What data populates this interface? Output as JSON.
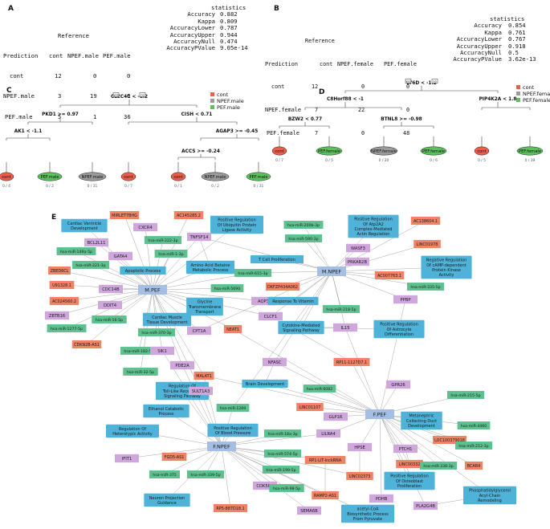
{
  "panels": {
    "A": {
      "letter": "A",
      "reference_label": "Reference",
      "prediction_label": "Prediction",
      "columns": [
        "cont",
        "NPEF.male",
        "PEF.male"
      ],
      "rows": [
        {
          "label": "cont",
          "values": [
            "12",
            "0",
            "0"
          ]
        },
        {
          "label": "NPEF.male",
          "values": [
            "3",
            "19",
            "0"
          ]
        },
        {
          "label": "PEF.male",
          "values": [
            "5",
            "1",
            "36"
          ]
        }
      ],
      "stats_title": "statistics",
      "stats": [
        {
          "key": "Accuracy",
          "value": "0.882"
        },
        {
          "key": "Kappa",
          "value": "0.809"
        },
        {
          "key": "AccuracyLower",
          "value": "0.787"
        },
        {
          "key": "AccuracyUpper",
          "value": "0.944"
        },
        {
          "key": "AccuracyNull",
          "value": "0.474"
        },
        {
          "key": "AccuracyPValue",
          "value": "9.05e-14"
        }
      ]
    },
    "B": {
      "letter": "B",
      "reference_label": "Reference",
      "prediction_label": "Prediction",
      "columns": [
        "cont",
        "NPEF.female",
        "PEF.female"
      ],
      "rows": [
        {
          "label": "cont",
          "values": [
            "12",
            "0",
            "0"
          ]
        },
        {
          "label": "NPEF.female",
          "values": [
            "7",
            "22",
            "0"
          ]
        },
        {
          "label": "PEF.female",
          "values": [
            "7",
            "0",
            "48"
          ]
        }
      ],
      "stats_title": "statistics",
      "stats": [
        {
          "key": "Accuracy",
          "value": "0.854"
        },
        {
          "key": "Kappa",
          "value": "0.761"
        },
        {
          "key": "AccuracyLower",
          "value": "0.767"
        },
        {
          "key": "AccuracyUpper",
          "value": "0.918"
        },
        {
          "key": "AccuracyNull",
          "value": "0.5"
        },
        {
          "key": "AccuracyPValue",
          "value": "3.62e-13"
        }
      ]
    },
    "C": {
      "letter": "C",
      "legend": [
        {
          "label": "cont",
          "color": "#e8604c"
        },
        {
          "label": "NPEF.male",
          "color": "#9b9b9b"
        },
        {
          "label": "PEF.male",
          "color": "#5cc05c"
        }
      ],
      "yes": "yes",
      "no": "no",
      "splits": {
        "root": "CLEC4C < -1.2",
        "left": "PKD1 >= 0.97",
        "right": "CISH < 0.71",
        "ll": "AK1 < -1.1",
        "rr": "AGAP3 >= -0.45",
        "rrl": "ACCS >= -0.24"
      },
      "leaves": [
        {
          "label": "cont",
          "count": "0 / 4",
          "class": "cont"
        },
        {
          "label": "PEF.male",
          "count": "0 / 2",
          "class": "pef"
        },
        {
          "label": "NPEF.male",
          "count": "0 / 31",
          "class": "npef"
        },
        {
          "label": "cont",
          "count": "0 / 7",
          "class": "cont"
        },
        {
          "label": "cont",
          "count": "0 / 1",
          "class": "cont"
        },
        {
          "label": "NPEF.male",
          "count": "0 / 2",
          "class": "npef"
        },
        {
          "label": "PEF.male",
          "count": "0 / 31",
          "class": "pef"
        }
      ]
    },
    "D": {
      "letter": "D",
      "legend": [
        {
          "label": "cont",
          "color": "#e8604c"
        },
        {
          "label": "NPEF.female",
          "color": "#9b9b9b"
        },
        {
          "label": "PEF.female",
          "color": "#5cc05c"
        }
      ],
      "yes": "yes",
      "no": "no",
      "splits": {
        "root": "LY6D < -1.2",
        "left": "C8Horf88 < -1",
        "right": "PIP4K2A < 1.8",
        "ll": "BZW2 < 0.77",
        "lr": "BTNL8 >= -0.98"
      },
      "leaves": [
        {
          "label": "cont",
          "count": "0 / 7",
          "class": "cont"
        },
        {
          "label": "PEF.female",
          "count": "0 / 5",
          "class": "pef"
        },
        {
          "label": "NPEF.female",
          "count": "0 / 20",
          "class": "npef"
        },
        {
          "label": "PEF.female",
          "count": "0 / 6",
          "class": "pef"
        },
        {
          "label": "cont",
          "count": "0 / 5",
          "class": "cont"
        },
        {
          "label": "PEF.female",
          "count": "0 / 39",
          "class": "pef"
        }
      ]
    },
    "E": {
      "letter": "E",
      "colors": {
        "process": "#4fb3d9",
        "mirna": "#5cc18f",
        "gene": "#cfa7dc",
        "lnc": "#f08366",
        "hub": "#a4bfe3",
        "edge": "#8a8a8a"
      },
      "nodes": [
        {
          "id": "n1",
          "label": "Cardiac Ventricle|Development",
          "type": "process"
        },
        {
          "id": "n2",
          "label": "MIRLET7BHG",
          "type": "lnc"
        },
        {
          "id": "n3",
          "label": "CXCR4",
          "type": "gene"
        },
        {
          "id": "n4",
          "label": "AC145285.2",
          "type": "lnc"
        },
        {
          "id": "n5",
          "label": "Positive Regulation|Of Ubiquitin Protein|Ligase Activity",
          "type": "process"
        },
        {
          "id": "n6",
          "label": "hsa-miR-200b-3p",
          "type": "mirna"
        },
        {
          "id": "n7",
          "label": "Positive Regulation|Of Atp2A2|Complex-Mediated|Actin Regulation",
          "type": "process"
        },
        {
          "id": "n8",
          "label": "AC138604.1",
          "type": "lnc"
        },
        {
          "id": "n9",
          "label": "BCL2L11",
          "type": "gene"
        },
        {
          "id": "n10",
          "label": "hsa-miR-222-3p",
          "type": "mirna"
        },
        {
          "id": "n11",
          "label": "TNFSF14",
          "type": "gene"
        },
        {
          "id": "n12",
          "label": "hsa-miR-590-3p",
          "type": "mirna"
        },
        {
          "id": "n13",
          "label": "WASF3",
          "type": "gene"
        },
        {
          "id": "n14",
          "label": "LINC01978",
          "type": "lnc"
        },
        {
          "id": "n15",
          "label": "hsa-miR-149a-5p",
          "type": "mirna"
        },
        {
          "id": "n16",
          "label": "GATA4",
          "type": "gene"
        },
        {
          "id": "n17",
          "label": "hsa-miR-1-3p",
          "type": "mirna"
        },
        {
          "id": "n18",
          "label": "ZBED6CL",
          "type": "lnc"
        },
        {
          "id": "n19",
          "label": "hsa-miR-221-3p",
          "type": "mirna"
        },
        {
          "id": "n20",
          "label": "Apoptotic Process",
          "type": "process"
        },
        {
          "id": "n21",
          "label": "T Cell Proliferation",
          "type": "process"
        },
        {
          "id": "n22",
          "label": "PRKAR2B",
          "type": "gene"
        },
        {
          "id": "n23",
          "label": "Negative Regulation|Of cAMP-dependent|Protein Kinase|Activity",
          "type": "process"
        },
        {
          "id": "n24",
          "label": "Amino Acid Betaine|Metabolic Process",
          "type": "process"
        },
        {
          "id": "n25",
          "label": "hsa-miR-615-3p",
          "type": "mirna"
        },
        {
          "id": "n26",
          "label": "U91328.1",
          "type": "lnc"
        },
        {
          "id": "n27",
          "label": "CDC14B",
          "type": "gene"
        },
        {
          "id": "n28",
          "label": "M.PEF",
          "type": "hub"
        },
        {
          "id": "n29",
          "label": "hsa-miR-5690",
          "type": "mirna"
        },
        {
          "id": "n30",
          "label": "DKFZP434A062",
          "type": "lnc"
        },
        {
          "id": "n31",
          "label": "M.NPEF",
          "type": "hub"
        },
        {
          "id": "n32",
          "label": "AC007763.1",
          "type": "lnc"
        },
        {
          "id": "n33",
          "label": "hsa-miR-335-5p",
          "type": "mirna"
        },
        {
          "id": "n34",
          "label": "AC024560.2",
          "type": "lnc"
        },
        {
          "id": "n35",
          "label": "DDIT4",
          "type": "gene"
        },
        {
          "id": "n36",
          "label": "Glycine|Transmembrane|Transport",
          "type": "process"
        },
        {
          "id": "n37",
          "label": "AQP3",
          "type": "gene"
        },
        {
          "id": "n38",
          "label": "Response To Vitamin",
          "type": "process"
        },
        {
          "id": "n39",
          "label": "PPBP",
          "type": "gene"
        },
        {
          "id": "n40",
          "label": "ZBTB16",
          "type": "gene"
        },
        {
          "id": "n41",
          "label": "hsa-miR-16-5p",
          "type": "mirna"
        },
        {
          "id": "n42",
          "label": "Cardiac Muscle|Tissue Development",
          "type": "process"
        },
        {
          "id": "n43",
          "label": "CLCF1",
          "type": "gene"
        },
        {
          "id": "n44",
          "label": "hsa-miR-218-5p",
          "type": "mirna"
        },
        {
          "id": "n45",
          "label": "hsa-miR-1277-5p",
          "type": "mirna"
        },
        {
          "id": "n46",
          "label": "hsa-miR-370-3p",
          "type": "mirna"
        },
        {
          "id": "n47",
          "label": "CPT1A",
          "type": "gene"
        },
        {
          "id": "n48",
          "label": "NEAT1",
          "type": "lnc"
        },
        {
          "id": "n49",
          "label": "Cytokine-Mediated|Signaling Pathway",
          "type": "process"
        },
        {
          "id": "n50",
          "label": "IL15",
          "type": "gene"
        },
        {
          "id": "n51",
          "label": "Positive Regulation|Of Astrocyte|Differentiation",
          "type": "process"
        },
        {
          "id": "n52",
          "label": "CDKN2B-AS1",
          "type": "lnc"
        },
        {
          "id": "n53",
          "label": "hsa-miR-182-5p",
          "type": "mirna"
        },
        {
          "id": "n54",
          "label": "SIK1",
          "type": "gene"
        },
        {
          "id": "n55",
          "label": "PDE2A",
          "type": "gene"
        },
        {
          "id": "n56",
          "label": "hsa-miR-32-5p",
          "type": "mirna"
        },
        {
          "id": "n57",
          "label": "NFASC",
          "type": "gene"
        },
        {
          "id": "n58",
          "label": "RP11-1127D7.1",
          "type": "lnc"
        },
        {
          "id": "n59",
          "label": "MALAT1",
          "type": "lnc"
        },
        {
          "id": "n60",
          "label": "Regulation Of|Toll-Like Receptor 7|Signaling Pathway",
          "type": "process"
        },
        {
          "id": "n61",
          "label": "SULT1A3",
          "type": "gene"
        },
        {
          "id": "n62",
          "label": "Brain Development",
          "type": "process"
        },
        {
          "id": "n63",
          "label": "hsa-miR-6082",
          "type": "mirna"
        },
        {
          "id": "n64",
          "label": "GPR26",
          "type": "gene"
        },
        {
          "id": "n65",
          "label": "hsa-miR-215-5p",
          "type": "mirna"
        },
        {
          "id": "n66",
          "label": "Ethanol Catabolic|Process",
          "type": "process"
        },
        {
          "id": "n67",
          "label": "hsa-miR-1269",
          "type": "mirna"
        },
        {
          "id": "n68",
          "label": "LINC01107",
          "type": "lnc"
        },
        {
          "id": "n69",
          "label": "GLP1R",
          "type": "gene"
        },
        {
          "id": "n70",
          "label": "F.PEF",
          "type": "hub"
        },
        {
          "id": "n71",
          "label": "Metanephric|Collecting Duct|Development",
          "type": "process"
        },
        {
          "id": "n72",
          "label": "hsa-miR-4460",
          "type": "mirna"
        },
        {
          "id": "n73",
          "label": "Regulation Of|Heterotypic Activity",
          "type": "process"
        },
        {
          "id": "n74",
          "label": "Positive Regulation|Of Blood Pressure",
          "type": "process"
        },
        {
          "id": "n75",
          "label": "hsa-miR-18a-3p",
          "type": "mirna"
        },
        {
          "id": "n76",
          "label": "LILRA4",
          "type": "gene"
        },
        {
          "id": "n77",
          "label": "LOC100379018",
          "type": "lnc"
        },
        {
          "id": "n78",
          "label": "hsa-miR-212-3p",
          "type": "mirna"
        },
        {
          "id": "n79",
          "label": "F.NPEF",
          "type": "hub"
        },
        {
          "id": "n80",
          "label": "hsa-miR-574-5p",
          "type": "mirna"
        },
        {
          "id": "n81",
          "label": "HPSE",
          "type": "gene"
        },
        {
          "id": "n82",
          "label": "PTCH1",
          "type": "gene"
        },
        {
          "id": "n83",
          "label": "IFIT1",
          "type": "gene"
        },
        {
          "id": "n84",
          "label": "FGD5-AS1",
          "type": "lnc"
        },
        {
          "id": "n85",
          "label": "RP1-LIT-InckRNA",
          "type": "lnc"
        },
        {
          "id": "n86",
          "label": "LINC00332",
          "type": "lnc"
        },
        {
          "id": "n87",
          "label": "hsa-miR-338-3p",
          "type": "mirna"
        },
        {
          "id": "n88",
          "label": "BCAR4",
          "type": "lnc"
        },
        {
          "id": "n89",
          "label": "hsa-miR-375",
          "type": "mirna"
        },
        {
          "id": "n90",
          "label": "hsa-miR-199-5p",
          "type": "mirna"
        },
        {
          "id": "n91",
          "label": "hsa-miR-339-5p",
          "type": "mirna"
        },
        {
          "id": "n92",
          "label": "LINC02373",
          "type": "lnc"
        },
        {
          "id": "n93",
          "label": "Positive Regulation|Of Osteoblast|Proliferation",
          "type": "process"
        },
        {
          "id": "n94",
          "label": "CDK5R1",
          "type": "gene"
        },
        {
          "id": "n95",
          "label": "hsa-miR-98-5p",
          "type": "mirna"
        },
        {
          "id": "n96",
          "label": "RAMP2-AS1",
          "type": "lnc"
        },
        {
          "id": "n97",
          "label": "PDHB",
          "type": "gene"
        },
        {
          "id": "n98",
          "label": "PLA2G4B",
          "type": "gene"
        },
        {
          "id": "n99",
          "label": "Phosphatidylglycerol|Acyl-Chain|Remodeling",
          "type": "process"
        },
        {
          "id": "n100",
          "label": "Neuron Projection|Guidance",
          "type": "process"
        },
        {
          "id": "n101",
          "label": "RP5-887D18.1",
          "type": "lnc"
        },
        {
          "id": "n102",
          "label": "SEMA6B",
          "type": "gene"
        },
        {
          "id": "n103",
          "label": "acetyl-CoA|Biosynthetic Process|From Pyruvate",
          "type": "process"
        }
      ]
    }
  }
}
